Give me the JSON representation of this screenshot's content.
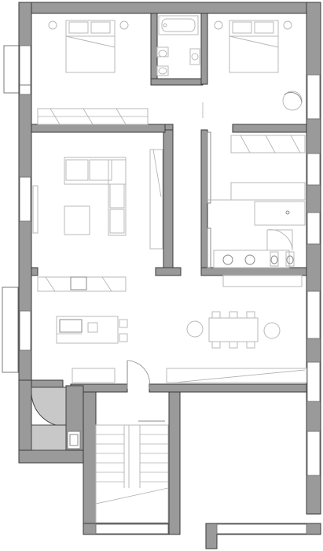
{
  "plan": {
    "colors": {
      "wall": "#9a9a9a",
      "wall_outline": "#3a3a3a",
      "furniture": "#b8b8b8",
      "background": "#ffffff",
      "service_tile": "#c8c8c8"
    },
    "rooms": [
      "bedroom-northwest",
      "bathroom-north",
      "bedroom-northeast",
      "living-room",
      "bathroom-east",
      "kitchen-dining",
      "entrance-hall",
      "stairwell"
    ]
  }
}
